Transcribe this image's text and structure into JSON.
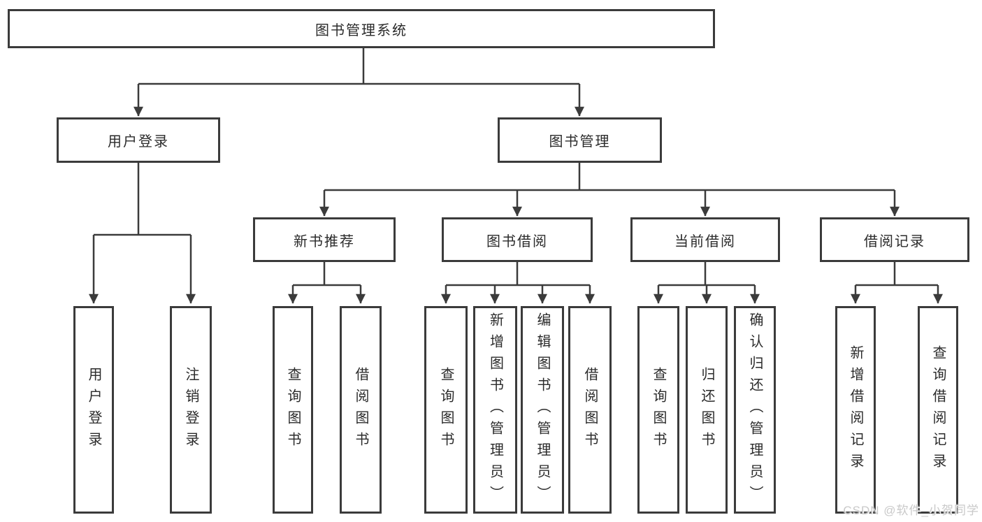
{
  "tree": {
    "root": "图书管理系统",
    "level2": [
      {
        "label": "用户登录"
      },
      {
        "label": "图书管理"
      }
    ],
    "level3": [
      {
        "label": "新书推荐"
      },
      {
        "label": "图书借阅"
      },
      {
        "label": "当前借阅"
      },
      {
        "label": "借阅记录"
      }
    ],
    "leaves": [
      {
        "label": "用户登录"
      },
      {
        "label": "注销登录"
      },
      {
        "label": "查询图书"
      },
      {
        "label": "借阅图书"
      },
      {
        "label": "查询图书"
      },
      {
        "label": "新增图书（管理员）"
      },
      {
        "label": "编辑图书（管理员）"
      },
      {
        "label": "借阅图书"
      },
      {
        "label": "查询图书"
      },
      {
        "label": "归还图书"
      },
      {
        "label": "确认归还（管理员）"
      },
      {
        "label": "新增借阅记录"
      },
      {
        "label": "查询借阅记录"
      }
    ]
  },
  "watermark": "CSDN @软件_小贺同学",
  "colors": {
    "line": "#3b3b3b",
    "text": "#2b2b2b",
    "watermark": "#c9c9c9",
    "background": "#ffffff"
  }
}
